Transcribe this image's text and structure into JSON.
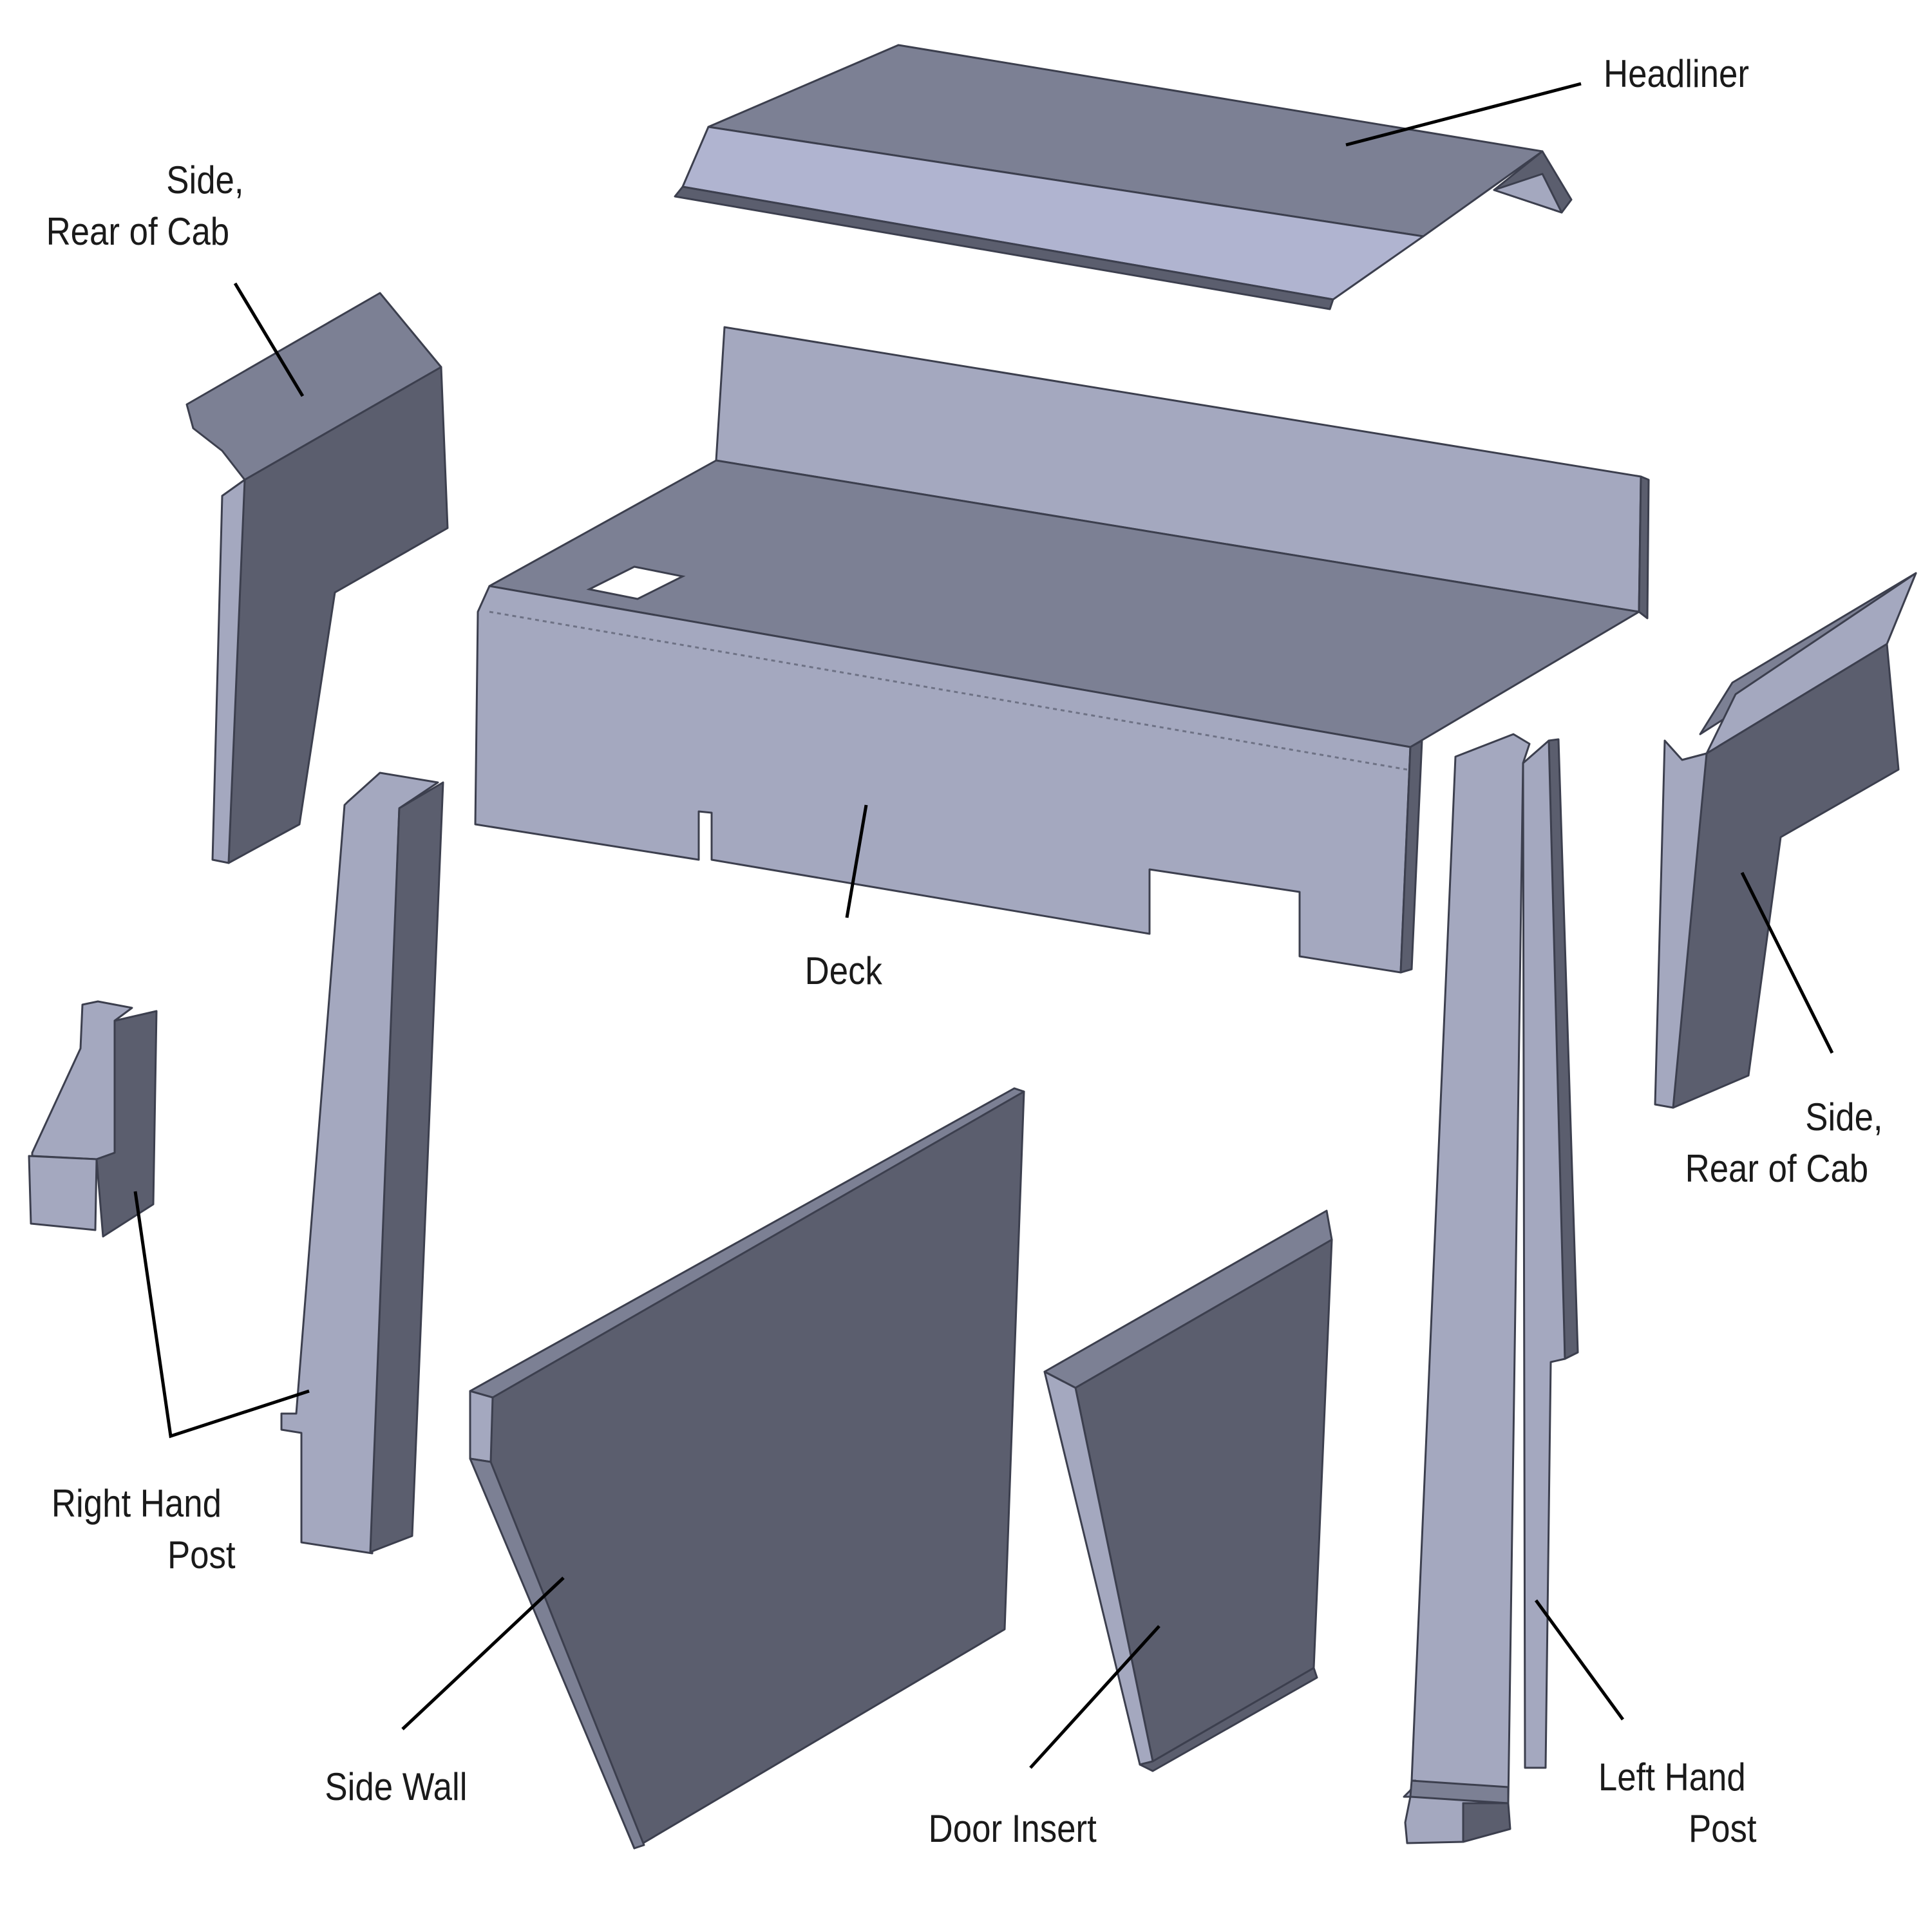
{
  "labels": {
    "headliner": "Headliner",
    "deck": "Deck",
    "side_rear_left_1": "Side,",
    "side_rear_left_2": "Rear of Cab",
    "side_rear_right_1": "Side,",
    "side_rear_right_2": "Rear of Cab",
    "right_hand_post_1": "Right Hand",
    "right_hand_post_2": "Post",
    "side_wall": "Side Wall",
    "door_insert": "Door Insert",
    "left_hand_post_1": "Left Hand",
    "left_hand_post_2": "Post"
  },
  "colors": {
    "face_light": "#a4a8bf",
    "face_mid": "#7c8094",
    "face_dark": "#5b5e6e",
    "face_highlight": "#b0b4d0",
    "leader": "#000000"
  }
}
